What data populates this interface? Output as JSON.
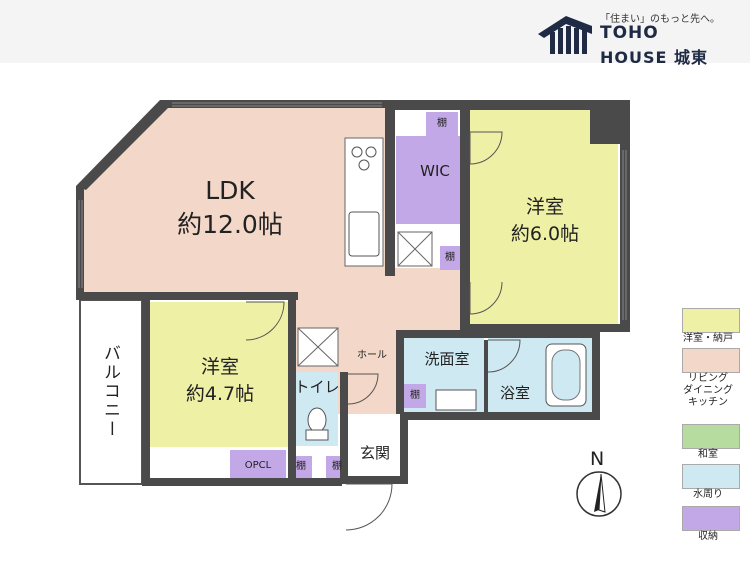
{
  "logo": {
    "tagline": "「住まい」のもっと先へ。",
    "brand_line1": "TOHO",
    "brand_line2": "HOUSE 城東"
  },
  "rooms": {
    "ldk": {
      "name": "LDK",
      "size": "約12.0帖"
    },
    "western_east": {
      "name": "洋室",
      "size": "約6.0帖"
    },
    "western_west": {
      "name": "洋室",
      "size": "約4.7帖"
    },
    "wic": "WIC",
    "hall": "ホール",
    "toilet": "トイレ",
    "washroom": "洗面室",
    "bathroom": "浴室",
    "entrance": "玄関",
    "opcl": "OPCL",
    "balcony": "バルコニー",
    "shelf": "棚"
  },
  "compass": {
    "label": "N"
  },
  "legend": [
    {
      "label": "洋室・納戸",
      "color": "#eef0a6"
    },
    {
      "label": "リビング\nダイニング\nキッチン",
      "color": "#f3d7c9"
    },
    {
      "label": "和室",
      "color": "#b7dc9f"
    },
    {
      "label": "水周り",
      "color": "#cfe9f3"
    },
    {
      "label": "収納",
      "color": "#c2a8e6"
    }
  ],
  "colors": {
    "wall": "#4a4a4a",
    "ldk": "#f3d7c9",
    "western": "#eef0a6",
    "water": "#cfe9f3",
    "storage": "#c2a8e6",
    "balcony": "#ffffff"
  }
}
